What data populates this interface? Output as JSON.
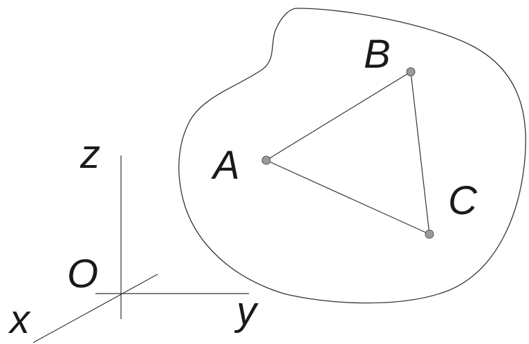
{
  "axes": {
    "origin_label": "O",
    "x_label": "x",
    "y_label": "y",
    "z_label": "z"
  },
  "points": [
    {
      "id": "A",
      "label": "A"
    },
    {
      "id": "B",
      "label": "B"
    },
    {
      "id": "C",
      "label": "C"
    }
  ],
  "triangle": [
    "A",
    "B",
    "C"
  ],
  "colors": {
    "line": "#333333",
    "point_fill": "#9a9a9a",
    "text": "#1a1a1a"
  }
}
